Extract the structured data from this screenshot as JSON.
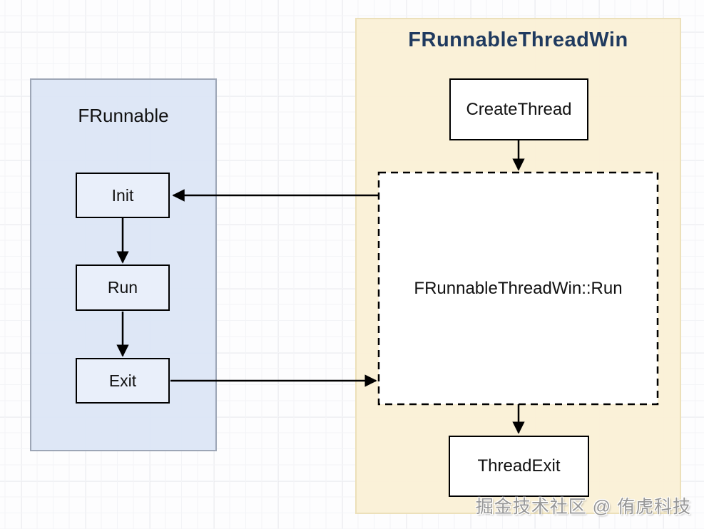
{
  "panels": {
    "frunnable": {
      "title": "FRunnable"
    },
    "frunnable_thread_win": {
      "title": "FRunnableThreadWin"
    }
  },
  "nodes": {
    "init": {
      "label": "Init"
    },
    "run": {
      "label": "Run"
    },
    "exit": {
      "label": "Exit"
    },
    "create_thread": {
      "label": "CreateThread"
    },
    "thread_run": {
      "label": "FRunnableThreadWin::Run"
    },
    "thread_exit": {
      "label": "ThreadExit"
    }
  },
  "edges": [
    {
      "from": "init",
      "to": "run"
    },
    {
      "from": "run",
      "to": "exit"
    },
    {
      "from": "create_thread",
      "to": "thread_run"
    },
    {
      "from": "thread_run",
      "to": "init"
    },
    {
      "from": "exit",
      "to": "thread_run"
    },
    {
      "from": "thread_run",
      "to": "thread_exit"
    }
  ],
  "watermark": "掘金技术社区 @ 侑虎科技",
  "colors": {
    "left_panel_fill": "rgba(219,229,245,0.92)",
    "left_panel_border": "#9da6b6",
    "right_panel_fill": "rgba(250,240,214,0.95)",
    "right_panel_border": "#ece0ba",
    "right_title_color": "#1f3a5f",
    "node_fill_left": "#e9effa",
    "node_fill_right": "#ffffff",
    "line_color": "#000000",
    "text_color": "#111111",
    "watermark_color": "#979797"
  }
}
